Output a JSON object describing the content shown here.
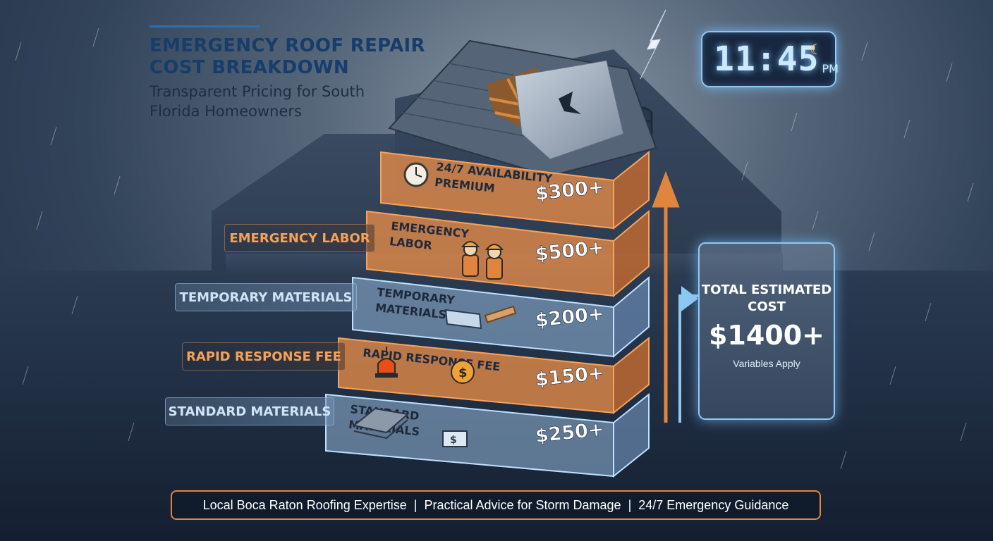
{
  "header": {
    "title": "EMERGENCY ROOF REPAIR COST BREAKDOWN",
    "subtitle": "Transparent Pricing for South Florida Homeowners"
  },
  "clock": {
    "time": "11:45",
    "ampm": "PM",
    "icon": "moon-icon"
  },
  "layers": [
    {
      "label": "24/7 AVAILABILITY PREMIUM",
      "price": "$300+",
      "icon": "clock-icon",
      "theme": "orange"
    },
    {
      "label": "EMERGENCY LABOR",
      "price": "$500+",
      "icon": "workers-icon",
      "theme": "orange"
    },
    {
      "label": "TEMPORARY MATERIALS",
      "price": "$200+",
      "icon": "tarp-lumber-icon",
      "theme": "blue"
    },
    {
      "label": "RAPID RESPONSE FEE",
      "price": "$150+",
      "icon": "siren-icon",
      "theme": "orange"
    },
    {
      "label": "STANDARD MATERIALS",
      "price": "$250+",
      "icon": "shingles-icon",
      "theme": "blue"
    }
  ],
  "side_labels": [
    {
      "text": "EMERGENCY LABOR",
      "theme": "orange"
    },
    {
      "text": "TEMPORARY MATERIALS",
      "theme": "blue"
    },
    {
      "text": "RAPID RESPONSE FEE",
      "theme": "orange"
    },
    {
      "text": "STANDARD MATERIALS",
      "theme": "blue"
    }
  ],
  "total": {
    "label": "TOTAL ESTIMATED COST",
    "value": "$1400+",
    "note": "Variables Apply"
  },
  "footer": {
    "items": [
      "Local Boca Raton Roofing Expertise",
      "Practical Advice for Storm Damage",
      "24/7 Emergency Guidance"
    ]
  },
  "colors": {
    "orange_accent": "#e0853d",
    "blue_glow": "#8ec8f2",
    "title_blue": "#173d6b",
    "price_orange": "#1b2a45"
  }
}
